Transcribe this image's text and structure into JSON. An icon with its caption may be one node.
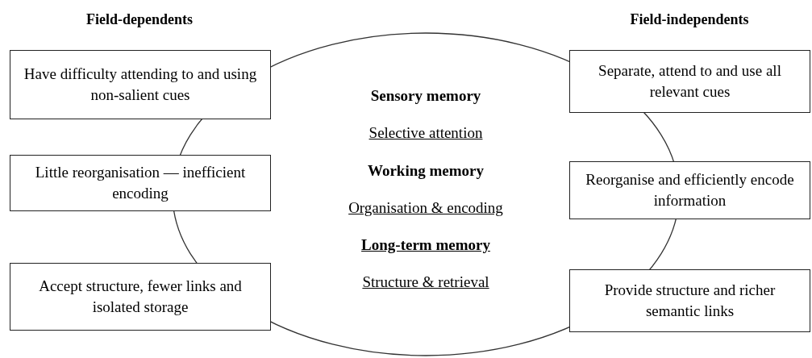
{
  "diagram": {
    "nodes": [
      {
        "text": [
          "Sensory memory",
          "Selective attention",
          "Working memory",
          "Organisation & encoding",
          "Long-term memory",
          "Structure & retrieval"
        ]
      },
      {
        "text": [
          "Have difficulty attending to and using non-salient cues"
        ]
      },
      {
        "text": [
          "Little reorganisation — inefficient encoding"
        ]
      },
      {
        "text": [
          "Accept structure, fewer links and isolated storage"
        ]
      },
      {
        "text": [
          "Separate, attend to and use all relevant cues"
        ]
      },
      {
        "text": [
          "Reorganise and efficiently encode information"
        ]
      },
      {
        "text": [
          "Provide structure and richer semantic links"
        ]
      }
    ],
    "labels": [
      "Field-dependents",
      "Field-independents"
    ]
  }
}
